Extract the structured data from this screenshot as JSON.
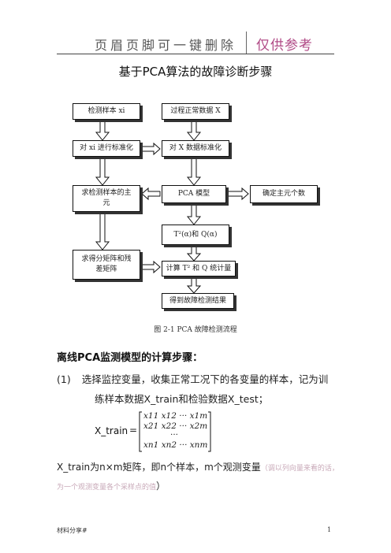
{
  "header": {
    "left_text": "页眉页脚可一键删除",
    "right_text": "仅供参考"
  },
  "doc_title": "基于PCA算法的故障诊断步骤",
  "flowchart": {
    "detect_sample": "检测样本 xi",
    "normal_data": "过程正常数据 X",
    "standardize_xi": "对 xi 进行标准化",
    "standardize_x": "对 X 数据标准化",
    "principal_line1": "求检测样本的主",
    "principal_line2": "元",
    "pca_model": "PCA 模型",
    "determine_pc": "确定主元个数",
    "limits": "T²(α)和 Q(α)",
    "score_line1": "求得分矩阵和残",
    "score_line2": "差矩阵",
    "compute_stats": "计算 T² 和 Q 统计量",
    "result": "得到故障检测结果"
  },
  "figure_caption": "图 2-1 PCA 故障检测流程",
  "section_title": "离线PCA监测模型的计算步骤：",
  "step1": {
    "number": "(1)",
    "text": "选择监控变量，收集正常工况下的各变量的样本，记为训",
    "continuation": "练样本数据X_train和检验数据X_test；"
  },
  "matrix": {
    "label": "X_train",
    "equals": "=",
    "row1": "x11  x12 ··· x1m",
    "row2": "x21  x22 ··· x2m",
    "row3": "···",
    "row4": "xn1   xn2 ··· xnm"
  },
  "description": {
    "text": "X_train为n×m矩阵，即n个样本，m个观测变量",
    "note_open": "（",
    "note": "调以列向量来看的话，为一个观测变量各个采样点的值",
    "note_close": "）"
  },
  "footer": {
    "left": "材料分享#",
    "page": "1"
  }
}
